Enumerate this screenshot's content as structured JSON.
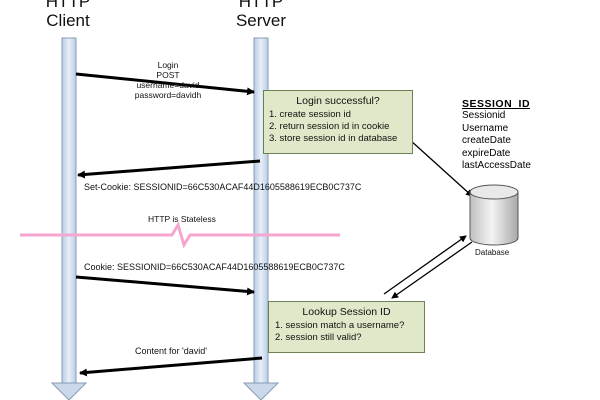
{
  "client": {
    "line1": "HTTP",
    "line2": "Client"
  },
  "server": {
    "line1": "HTTP",
    "line2": "Server"
  },
  "login_request": {
    "lines": [
      "Login",
      "POST",
      "username=david",
      "password=davidh"
    ]
  },
  "login_note": {
    "title": "Login successful?",
    "items": [
      "1. create session id",
      "2. return session id in cookie",
      "3. store session id in database"
    ]
  },
  "session_table": {
    "title": "SESSION_ID",
    "fields": [
      "Sessionid",
      "Username",
      "createDate",
      "expireDate",
      "lastAccessDate"
    ]
  },
  "database_label": "Database",
  "set_cookie": "Set-Cookie: SESSIONID=66C530ACAF44D1605588619ECB0C737C",
  "stateless": "HTTP is Stateless",
  "cookie": "Cookie: SESSIONID=66C530ACAF44D1605588619ECB0C737C",
  "lookup_note": {
    "title": "Lookup Session ID",
    "items": [
      "1.  session match a username?",
      "2.  session still valid?"
    ]
  },
  "content": "Content for 'david'"
}
